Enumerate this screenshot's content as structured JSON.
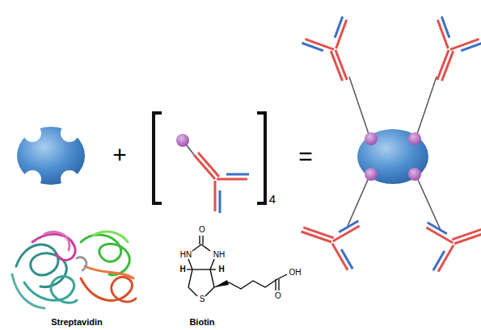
{
  "diagram": {
    "labels": [
      "+",
      "4",
      "=",
      "O",
      "HN",
      "NH",
      "H",
      "H",
      "S",
      "OH",
      "O",
      "Streptavidin",
      "Biotin"
    ]
  }
}
